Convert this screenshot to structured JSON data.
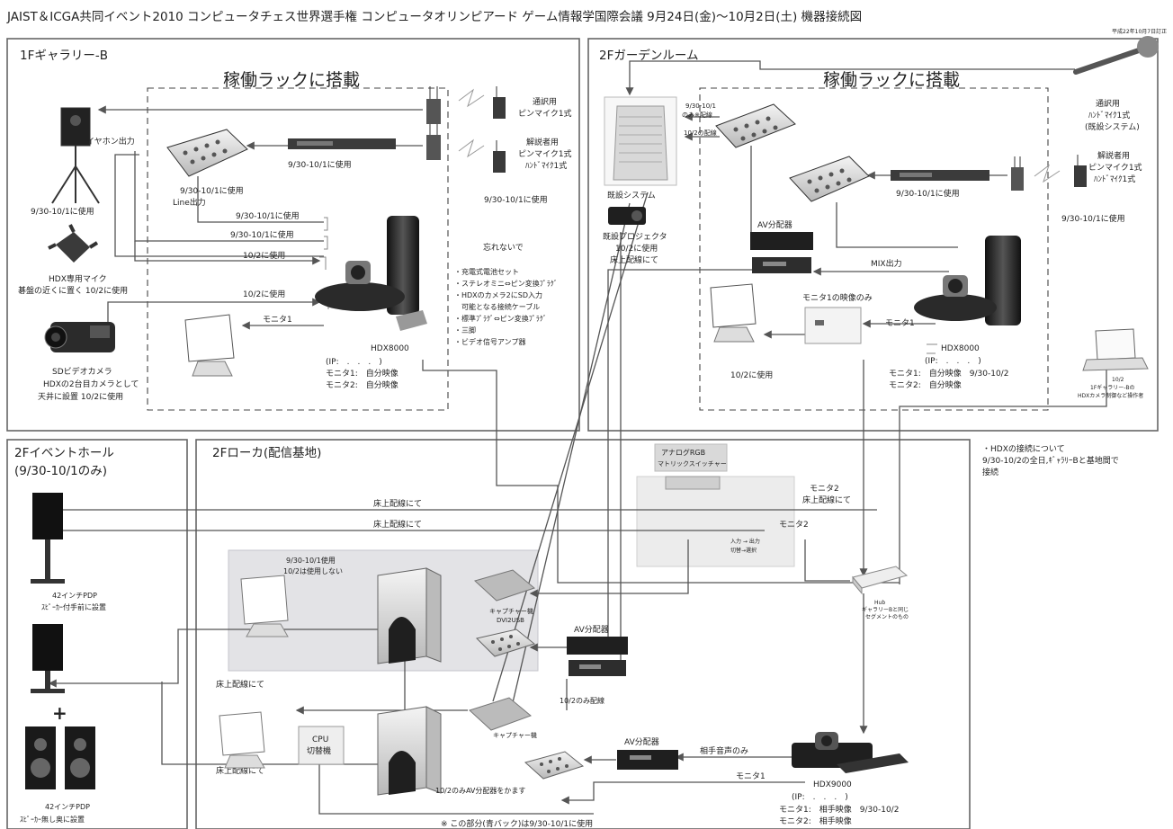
{
  "header": {
    "title": "JAIST＆ICGA共同イベント2010 コンピュータチェス世界選手権 コンピュータオリンピアード ゲーム情報学国際会議 9月24日(金)〜10月2日(土) 機器接続図",
    "revised": "平成22年10月7日訂正"
  },
  "rooms": {
    "gallery": "1Fギャラリー-B",
    "garden": "2Fガーデンルーム",
    "event_hall": "2Fイベントホール",
    "event_hall_sub": "(9/30-10/1のみ)",
    "corridor": "2Fローカ(配信基地)"
  },
  "racks": {
    "gallery_rack": "稼働ラックに搭載",
    "garden_rack": "稼働ラックに搭載"
  },
  "gallery": {
    "mic1_title": "通訳用",
    "mic1_sub": "ピンマイク1式",
    "mic2_title": "解説者用",
    "mic2_sub1": "ピンマイク1式",
    "mic2_sub2": "ﾊﾝﾄﾞﾏｲｸ1式",
    "mic_use": "9/30-10/1に使用",
    "mixer_small_use": "9/30-10/1に使用",
    "mixer_use": "9/30-10/1に使用",
    "mixer_line": "Line出力",
    "earphone": "イヤホン出力",
    "speaker_use": "9/30-10/1に使用",
    "line_a": "9/30-10/1に使用",
    "line_b": "9/30-10/1に使用",
    "line_c": "10/2に使用",
    "line_d": "10/2に使用",
    "hdx_mic_1": "HDX専用マイク",
    "hdx_mic_2": "碁盤の近くに置く 10/2に使用",
    "camera_1": "SDビデオカメラ",
    "camera_2": "HDXの2台目カメラとして",
    "camera_3": "天井に設置 10/2に使用",
    "monitor1_label": "モニタ1",
    "hdx_name": "HDX8000",
    "hdx_ip": "(IP:　.　.　.　)",
    "hdx_mon1": "モニタ1:　自分映像",
    "hdx_mon2": "モニタ2:　自分映像"
  },
  "checklist": {
    "title": "忘れないで",
    "items": [
      "・充電式電池セット",
      "・ステレオミニ⇔ピン変換ﾌﾟﾗｸﾞ",
      "・HDXのカメラ2にSD入力",
      "　可能となる接続ケーブル",
      "・標準ﾌﾟﾗｸﾞ⇔ピン変換ﾌﾟﾗｸﾞ",
      "・三脚",
      "・ビデオ信号アンプ器"
    ]
  },
  "garden": {
    "existing_system": "既設システム",
    "projector_1": "既設プロジェクタ",
    "projector_2": "10/2に使用",
    "projector_3": "床上配線にて",
    "mixer_note_1": "9/30-10/1",
    "mixer_note_2": "のみ※配線",
    "mixer_note_3": "10/2の配線",
    "interp_1": "通訳用",
    "interp_2": "ﾊﾝﾄﾞﾏｲｸ1式",
    "interp_3": "(既設システム)",
    "comm_1": "解説者用",
    "comm_2": "ピンマイク1式",
    "comm_3": "ﾊﾝﾄﾞﾏｲｸ1式",
    "mic_use": "9/30-10/1に使用",
    "mixer_use": "9/30-10/1に使用",
    "av_splitter": "AV分配器",
    "mix_out": "MIX出力",
    "monitor1_only": "モニタ1の映像のみ",
    "monitor1_label": "モニタ1",
    "monitor_use": "10/2に使用",
    "hdx_name": "HDX8000",
    "hdx_ip": "(IP:　.　.　.　)",
    "hdx_mon1": "モニタ1:　自分映像　9/30-10/2",
    "hdx_mon2": "モニタ2:　自分映像",
    "laptop_1": "10/2",
    "laptop_2": "1Fギャラリー-Bの",
    "laptop_3": "HDXカメラ制御など操作者"
  },
  "note": {
    "line1": "・HDXの接続について",
    "line2": "9/30-10/2の全日,ｷﾞｬﾗﾘｰBと基地間で",
    "line3": "接続"
  },
  "event_hall": {
    "pdp1_1": "42インチPDP",
    "pdp1_2": "ｽﾋﾟｰｶｰ付手前に設置",
    "pdp2_1": "42インチPDP",
    "pdp2_2": "ｽﾋﾟｰｶｰ無し奥に設置"
  },
  "corridor": {
    "rgb_1": "アナログRGB",
    "rgb_2": "マトリックスイッチャー",
    "rgb_legend_1": "入力 → 出力",
    "rgb_legend_2": "切替→選択",
    "floor_1": "床上配線にて",
    "floor_2": "床上配線にて",
    "floor_3": "床上配線にて",
    "floor_4": "床上配線にて",
    "monitor2_a": "モニタ2",
    "monitor2_a2": "床上配線にて",
    "monitor2_b": "モニタ2",
    "blue_1": "9/30-10/1使用",
    "blue_2": "10/2は使用しない",
    "capture_1": "キャプチャー機",
    "capture_2": "DVI2USB",
    "av_splitter": "AV分配器",
    "only_102_a": "10/2のみ配線",
    "cpu_1": "CPU",
    "cpu_2": "切替機",
    "capture_b": "キャプチャー機",
    "only_102_b": "10/2のみAV分配器をかます",
    "av_splitter_b": "AV分配器",
    "opp_audio": "相手音声のみ",
    "monitor1_label": "モニタ1",
    "hub_1": "Hub",
    "hub_2": "ギャラリーBと同じ",
    "hub_3": "セグメントのもの",
    "hdx_name": "HDX9000",
    "hdx_ip": "(IP:　.　.　.　)",
    "hdx_mon1": "モニタ1:　相手映像　9/30-10/2",
    "hdx_mon2": "モニタ2:　相手映像",
    "footnote": "※ この部分(青バック)は9/30-10/1に使用"
  }
}
